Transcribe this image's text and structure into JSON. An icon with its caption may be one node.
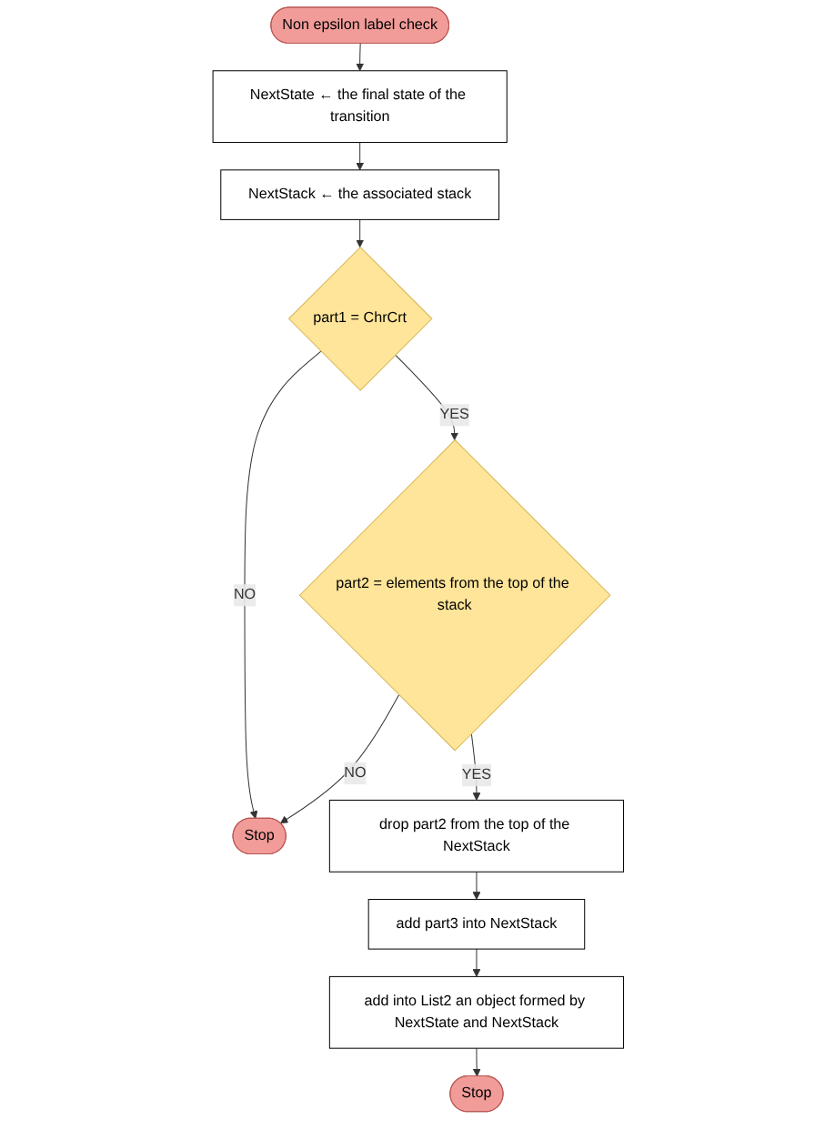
{
  "diagram": {
    "nodes": [
      {
        "text": [
          "Non epsilon label check"
        ]
      },
      {
        "text": [
          "NextState ← the final state of the transition"
        ]
      },
      {
        "text": [
          "NextStack ← the associated stack"
        ]
      },
      {
        "text": [
          "part1 = ChrCrt"
        ]
      },
      {
        "text": [
          "part2 = elements from the top of the stack"
        ]
      },
      {
        "text": [
          "Stop"
        ]
      },
      {
        "text": [
          "drop part2 from the top of the NextStack"
        ]
      },
      {
        "text": [
          "add part3 into NextStack"
        ]
      },
      {
        "text": [
          "add into List2 an object formed by NextState and NextStack"
        ]
      },
      {
        "text": [
          "Stop"
        ]
      }
    ],
    "edges": [
      {
        "from": 0,
        "to": 1,
        "arrow": "to"
      },
      {
        "from": 1,
        "to": 2,
        "arrow": "to"
      },
      {
        "from": 2,
        "to": 3,
        "arrow": "to"
      },
      {
        "from": 3,
        "to": 5,
        "arrow": "to",
        "label": "NO"
      },
      {
        "from": 3,
        "to": 4,
        "arrow": "to",
        "label": "YES"
      },
      {
        "from": 4,
        "to": 5,
        "arrow": "to",
        "label": "NO"
      },
      {
        "from": 4,
        "to": 6,
        "arrow": "to",
        "label": "YES"
      },
      {
        "from": 6,
        "to": 7,
        "arrow": "to"
      },
      {
        "from": 7,
        "to": 8,
        "arrow": "to"
      },
      {
        "from": 8,
        "to": 9,
        "arrow": "to"
      }
    ]
  }
}
